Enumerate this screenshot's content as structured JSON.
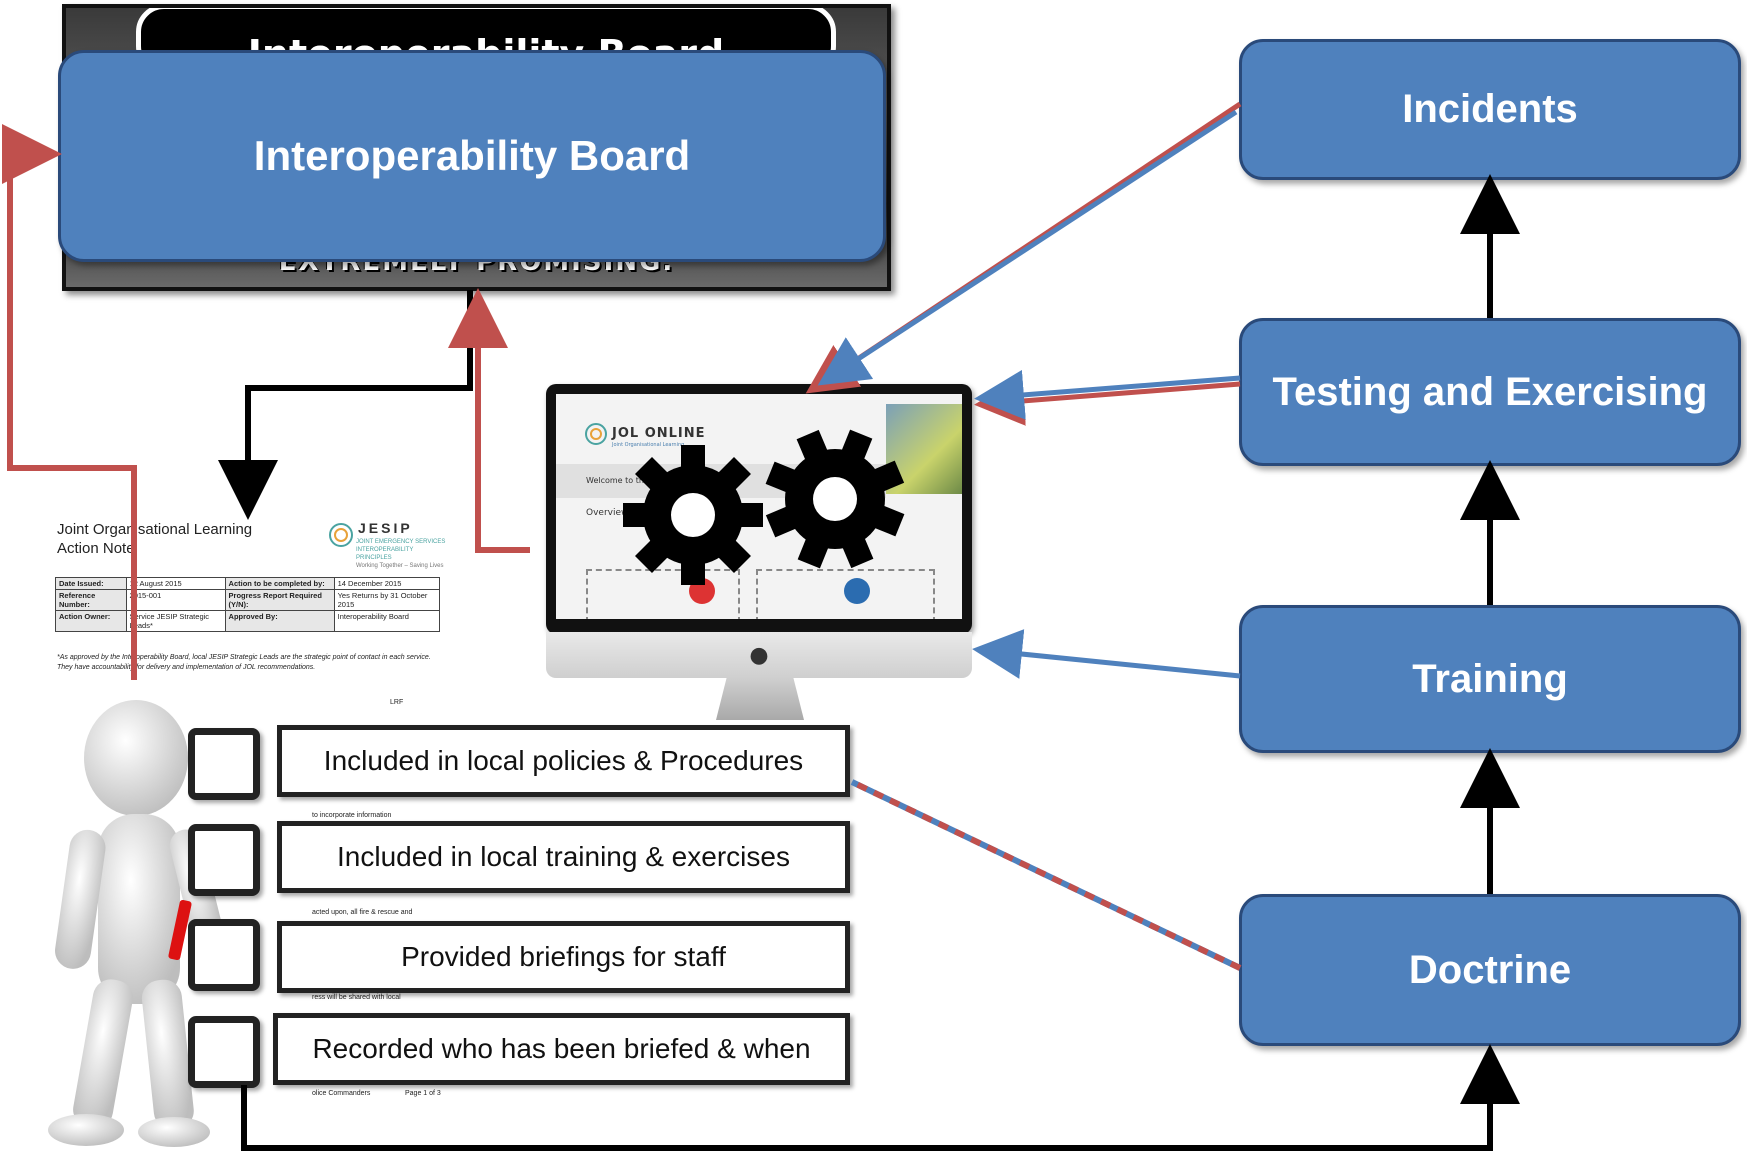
{
  "slide": {
    "heading": "Interoperability Board",
    "banner": "EXTREMELY PROMISING."
  },
  "boxes": {
    "board": "Interoperability Board",
    "incidents": "Incidents",
    "testing": "Testing and Exercising",
    "training": "Training",
    "doctrine": "Doctrine"
  },
  "document": {
    "title_line1": "Joint Organisational Learning",
    "title_line2": "Action Note",
    "brand": "JESIP",
    "brand_sub": "JOINT EMERGENCY SERVICES INTEROPERABILITY PRINCIPLES",
    "brand_tag": "Working Together – Saving Lives",
    "rows": [
      {
        "l1": "Date Issued:",
        "v1": "12 August 2015",
        "l2": "Action to be completed by:",
        "v2": "14 December 2015"
      },
      {
        "l1": "Reference Number:",
        "v1": "2015-001",
        "l2": "Progress Report Required (Y/N):",
        "v2": "Yes Returns by 31 October 2015"
      },
      {
        "l1": "Action Owner:",
        "v1": "Service JESIP Strategic Leads*",
        "l2": "Approved By:",
        "v2": "Interoperability Board"
      }
    ],
    "footnote": "*As approved by the Interoperability Board, local JESIP Strategic Leads are the strategic point of contact in each service. They have accountability for delivery and implementation of JOL recommendations.",
    "fragments": [
      "LRF",
      "to incorporate information",
      "acted upon, all fire & rescue and",
      "ress will be shared with local",
      "olice Commanders",
      "Page 1 of 3"
    ]
  },
  "monitor": {
    "site_name": "JOL ONLINE",
    "site_sub": "Joint Organisational Learning",
    "welcome": "Welcome to the Jo",
    "overview": "Overview"
  },
  "checklist": [
    {
      "label": "Included in local policies & Procedures"
    },
    {
      "label": "Included in local training & exercises"
    },
    {
      "label": "Provided briefings for staff"
    },
    {
      "label": "Recorded who has been briefed & when"
    }
  ]
}
